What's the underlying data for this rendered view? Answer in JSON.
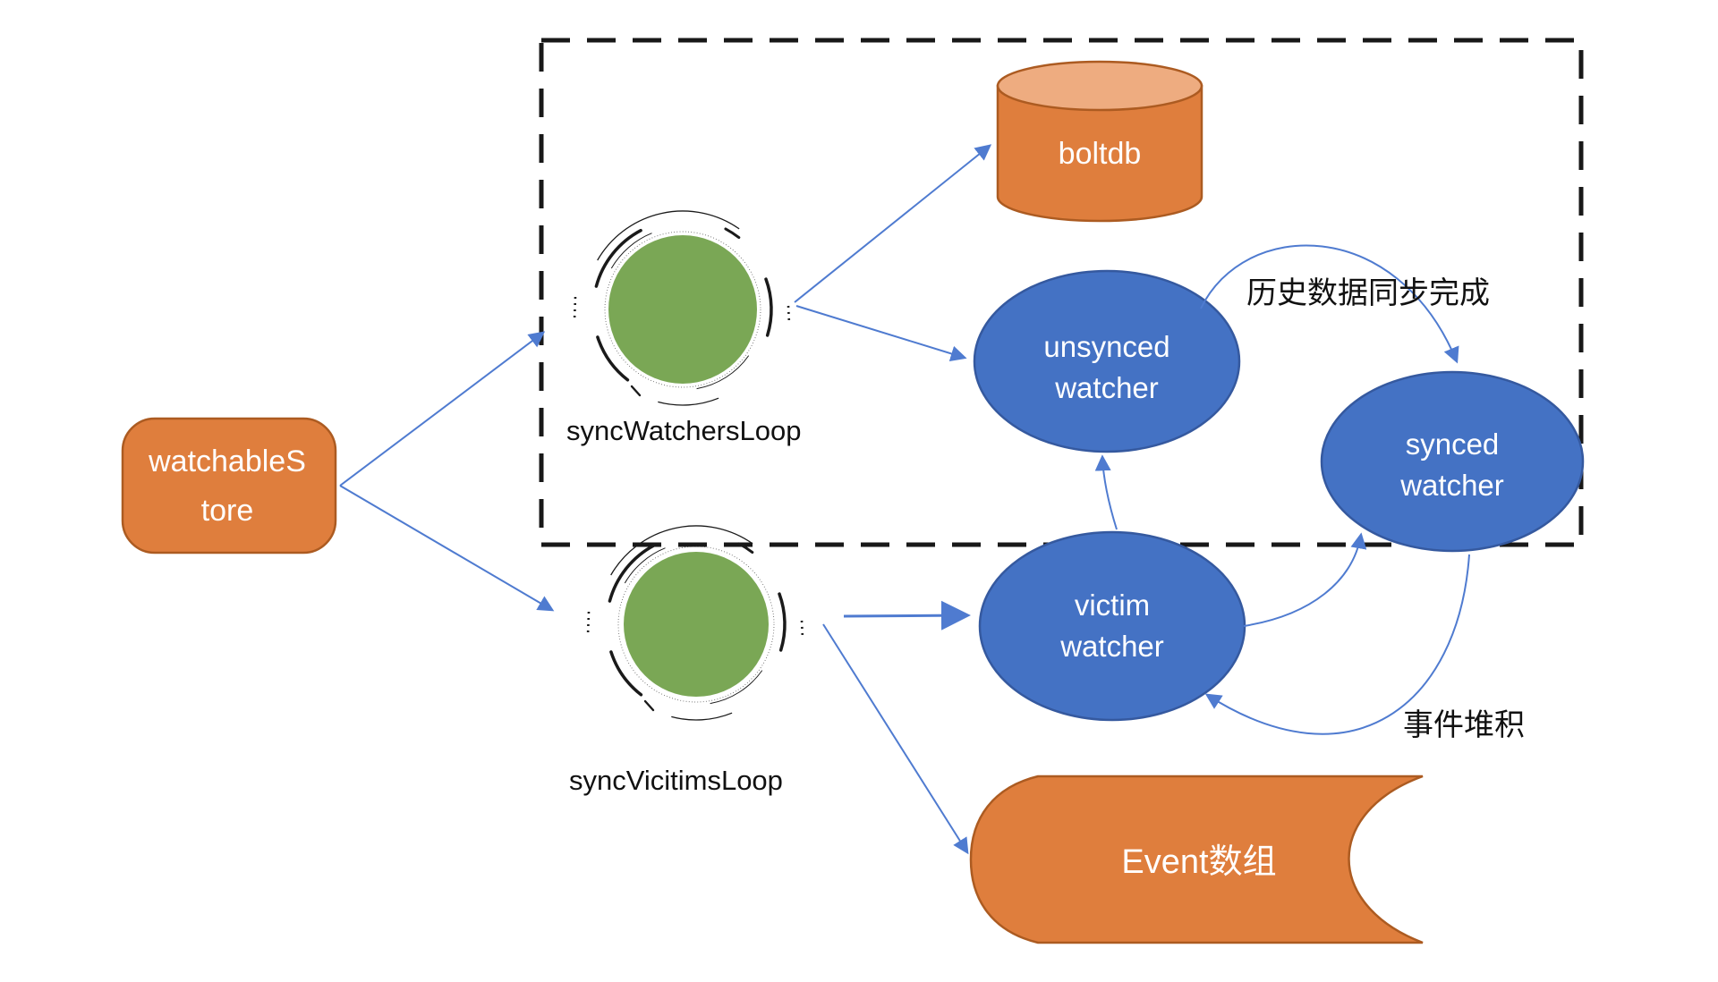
{
  "diagram": {
    "nodes": {
      "watchable_store": {
        "lines": [
          "watchableS",
          "tore"
        ]
      },
      "boltdb": {
        "label": "boltdb"
      },
      "sync_watchers_loop": {
        "label": "syncWatchersLoop"
      },
      "sync_vicitims_loop": {
        "label": "syncVicitimsLoop"
      },
      "unsynced_watcher": {
        "lines": [
          "unsynced",
          "watcher"
        ]
      },
      "synced_watcher": {
        "lines": [
          "synced",
          "watcher"
        ]
      },
      "victim_watcher": {
        "lines": [
          "victim",
          "watcher"
        ]
      },
      "event_array": {
        "label": "Event数组"
      }
    },
    "edges": [
      {
        "from": "watchableStore",
        "to": "syncWatchersLoop"
      },
      {
        "from": "watchableStore",
        "to": "syncVicitimsLoop"
      },
      {
        "from": "syncWatchersLoop",
        "to": "boltdb"
      },
      {
        "from": "syncWatchersLoop",
        "to": "unsynced watcher"
      },
      {
        "from": "unsynced watcher",
        "to": "synced watcher",
        "label": "历史数据同步完成"
      },
      {
        "from": "victim watcher",
        "to": "unsynced watcher"
      },
      {
        "from": "victim watcher",
        "to": "synced watcher"
      },
      {
        "from": "synced watcher",
        "to": "victim watcher",
        "label": "事件堆积"
      },
      {
        "from": "syncVicitimsLoop",
        "to": "victim watcher"
      },
      {
        "from": "syncVicitimsLoop",
        "to": "Event数组"
      }
    ],
    "colors": {
      "orange_fill": "#DF7E3D",
      "orange_border": "#AC5B21",
      "orange_top": "#EEAC80",
      "blue_fill": "#4472C4",
      "blue_border": "#35599F",
      "green_fill": "#7AA755",
      "arrow_blue": "#4F7BD0",
      "dash_black": "#181818",
      "sketch_black": "#1a1a1a"
    }
  }
}
